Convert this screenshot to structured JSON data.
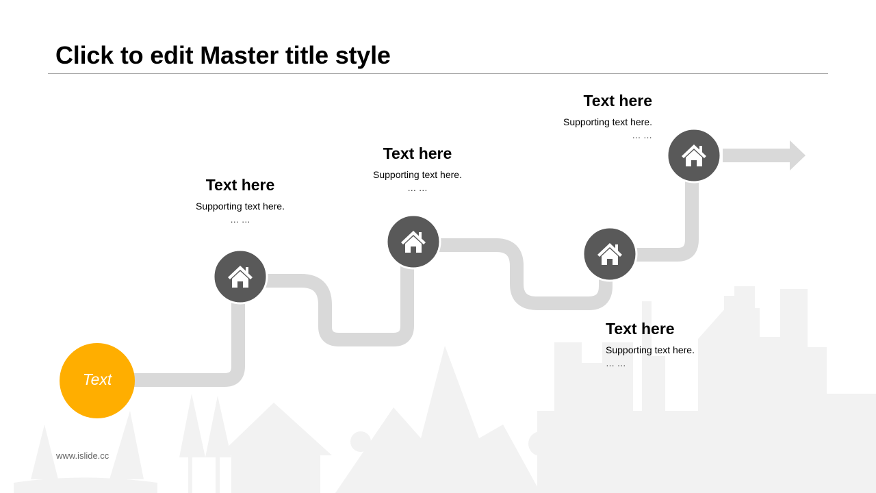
{
  "title": "Click to edit Master title style",
  "start_label": "Text",
  "website": "www.islide.cc",
  "steps": [
    {
      "heading": "Text here",
      "supporting": "Supporting text here.",
      "ellipsis": "… …",
      "icon": "home-icon"
    },
    {
      "heading": "Text here",
      "supporting": "Supporting text here.",
      "ellipsis": "… …",
      "icon": "home-icon"
    },
    {
      "heading": "Text here",
      "supporting": "Supporting text here.",
      "ellipsis": "… …",
      "icon": "home-icon"
    },
    {
      "heading": "Text here",
      "supporting": "Supporting text here.",
      "ellipsis": "… …",
      "icon": "home-icon"
    }
  ],
  "colors": {
    "accent": "#FFAE00",
    "node": "#595959",
    "path": "#D9D9D9",
    "skyline": "#F2F2F2"
  }
}
